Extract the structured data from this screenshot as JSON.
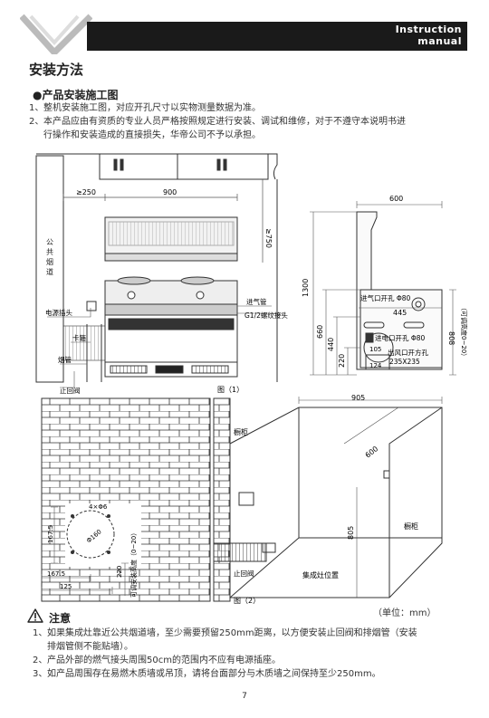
{
  "header": {
    "line1": "Instruction",
    "line2": "manual"
  },
  "section_title": "安装方法",
  "sub_title": "●产品安装施工图",
  "intro": [
    {
      "num": "1、",
      "text": "整机安装施工图，对应开孔尺寸以实物测量数据为准。"
    },
    {
      "num": "2、",
      "text": "本产品应由有资质的专业人员严格按照规定进行安装、调试和维修，对于不遵守本说明书进"
    },
    {
      "num": "",
      "text": "行操作和安装造成的直接损失，华帝公司不予以承担。"
    }
  ],
  "figure1": {
    "caption": "图（1）",
    "dims": {
      "d250": "≥250",
      "d900": "900",
      "d750": "≥750",
      "d600": "600",
      "d1300": "1300",
      "d445": "445",
      "d660": "660",
      "d440": "440",
      "d220": "220",
      "d105": "105",
      "d124": "124",
      "d808": "808",
      "adj": "（可调高度0~20）"
    },
    "labels": {
      "public_flue": "公共烟道",
      "power_plug": "电源插头",
      "clip": "卡箍",
      "pipe": "烟管",
      "check_valve": "止回阀",
      "gas_inlet": "进气管",
      "thread": "G1/2螺纹接头",
      "gas_hole": "进气口开孔 Φ80",
      "power_hole": "进电口开孔 Φ80",
      "air_outlet": "出风口开方孔",
      "air_outlet_size": "235X235"
    }
  },
  "figure2": {
    "caption": "图（2）",
    "dims": {
      "d905": "905",
      "d600": "600",
      "d805": "805",
      "d4x6": "4×Φ6",
      "d160": "Φ160",
      "d1675a": "167.5",
      "d1675b": "167.5",
      "d125": "125",
      "d220": "220",
      "adj": "可调安装高度（0~20）"
    },
    "labels": {
      "cabinet1": "橱柜",
      "cabinet2": "橱柜",
      "check_valve": "止回阀",
      "stove_pos": "集成灶位置"
    }
  },
  "unit": "（单位：mm）",
  "note_title": "注意",
  "notes": [
    {
      "num": "1、",
      "text": "如果集成灶靠近公共烟道墙，至少需要预留250mm距离，以方便安装止回阀和排烟管（安装"
    },
    {
      "num": "",
      "text": "排烟管侧不能贴墙）。"
    },
    {
      "num": "2、",
      "text": "产品外部的燃气接头周围50cm的范围内不应有电源插座。"
    },
    {
      "num": "3、",
      "text": "如产品周围存在易燃木质墙或吊顶，请将台面部分与木质墙之间保持至少250mm。"
    }
  ],
  "page_number": "7"
}
